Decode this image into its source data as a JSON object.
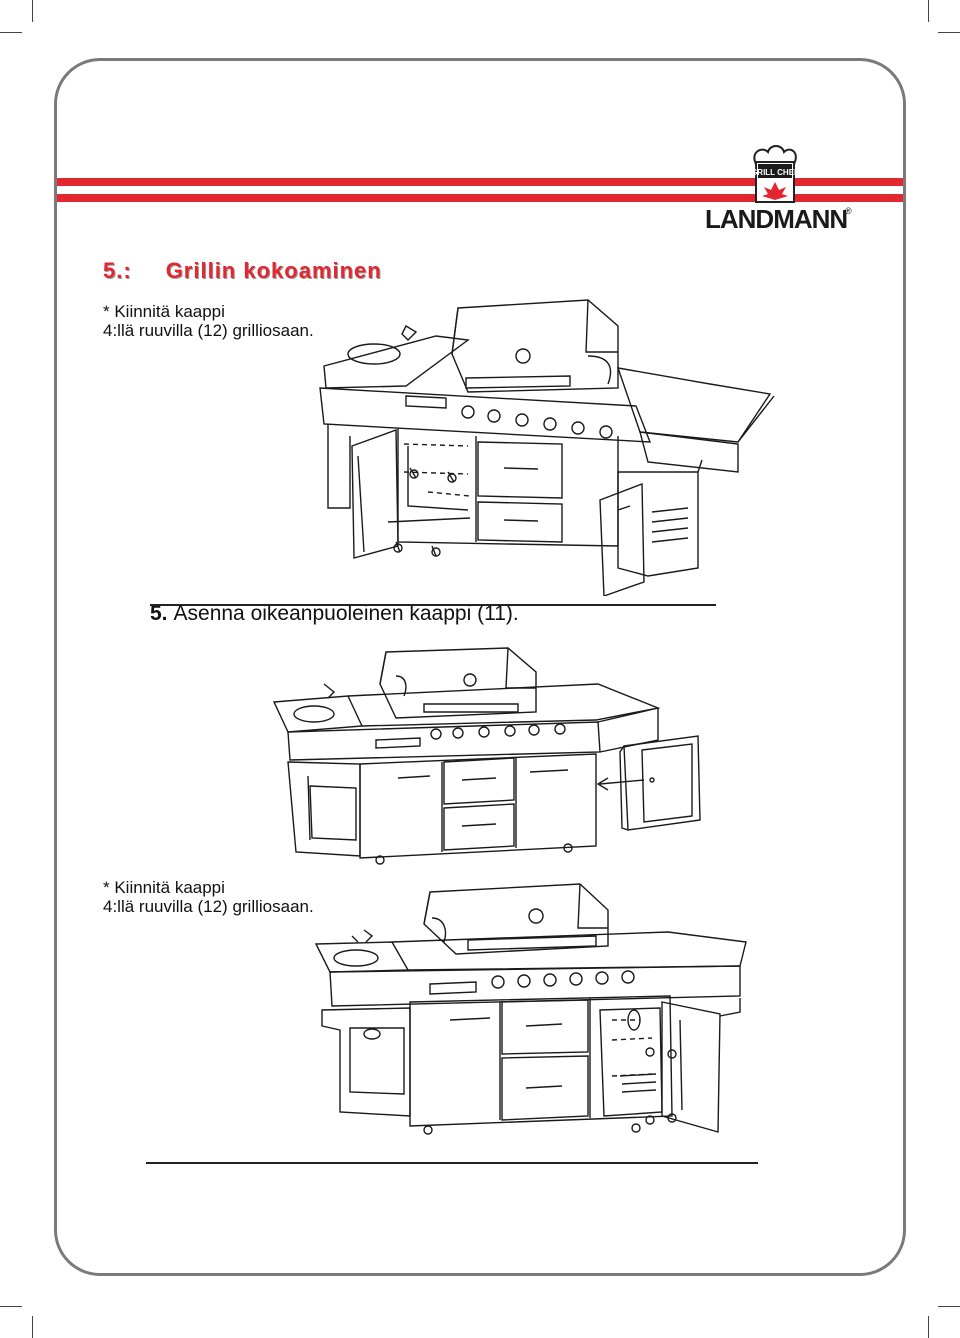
{
  "header": {
    "brand_top": "GRILL CHEF",
    "brand_name": "LANDMANN",
    "brand_mark": "®"
  },
  "section": {
    "number": "5.:",
    "title": "Grillin kokoaminen"
  },
  "notes": {
    "first_line1": "* Kiinnitä kaappi",
    "first_line2": "4:llä ruuvilla (12) grilliosaan.",
    "second_line1": "* Kiinnitä kaappi",
    "second_line2": "4:llä ruuvilla (12) grilliosaan."
  },
  "step": {
    "number": "5.",
    "text": "Asenna oikeanpuoleinen kaappi (11)."
  },
  "colors": {
    "accent_red": "#e3262f",
    "frame_gray": "#7a7a7a"
  }
}
